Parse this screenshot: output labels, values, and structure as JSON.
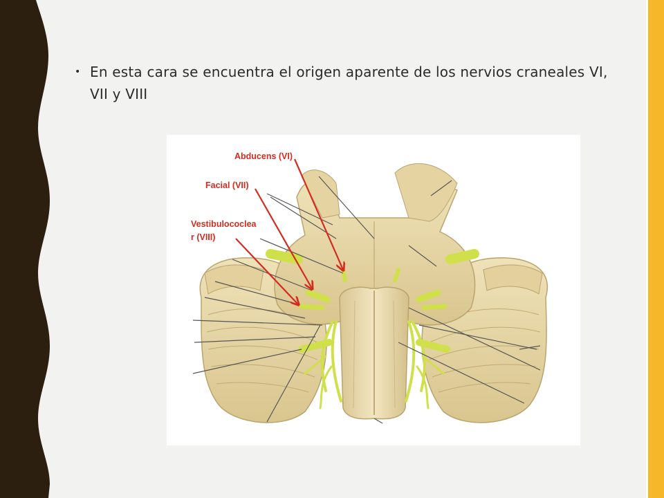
{
  "slide": {
    "bullet_text": "En esta cara se encuentra el origen aparente de los nervios craneales VI, VII y VIII"
  },
  "figure": {
    "labels": {
      "abducens": "Abducens (VI)",
      "facial": "Facial (VII)",
      "vestibulo_line1": "Vestibulococlea",
      "vestibulo_line2": "r (VIII)"
    }
  },
  "colors": {
    "left_band": "#2c1f0f",
    "right_band": "#f6b72a",
    "label_red": "#d52b1e",
    "tissue": "#e8d7a6",
    "nerve": "#cfe04a"
  }
}
